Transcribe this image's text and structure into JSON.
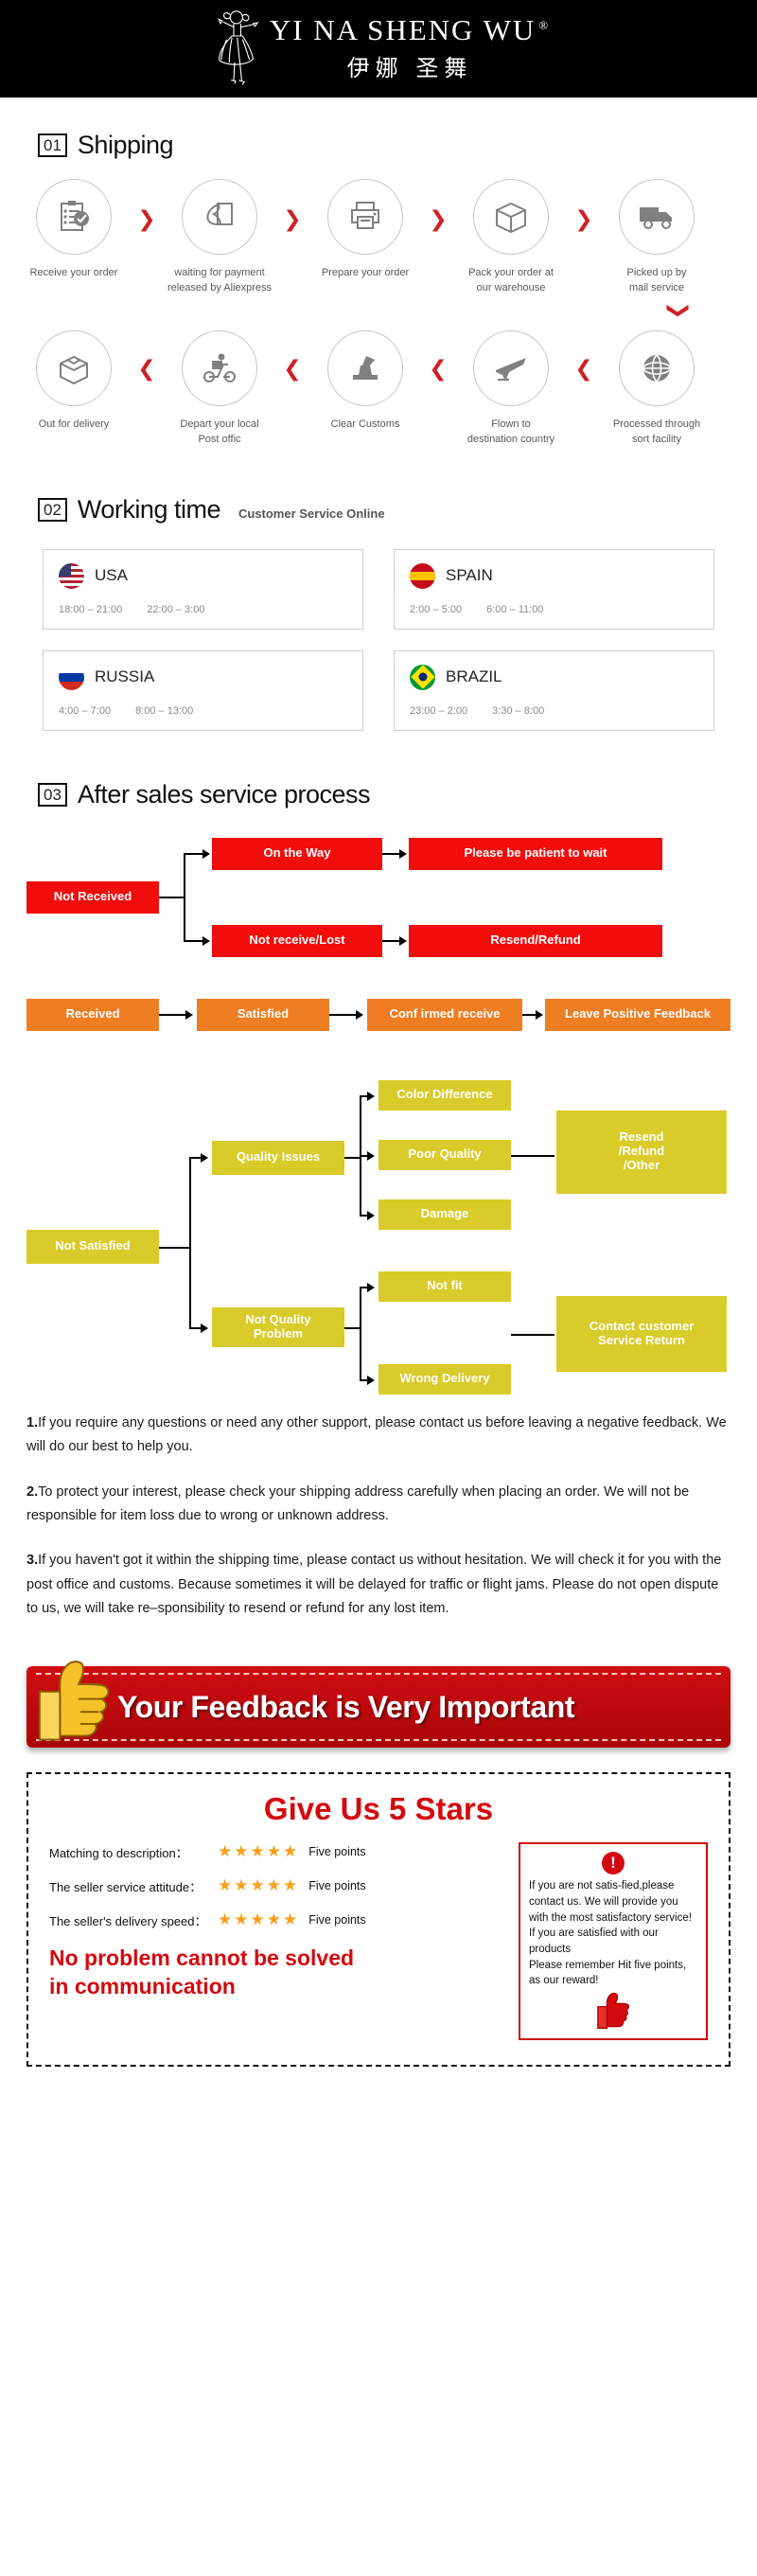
{
  "brand": {
    "name_en": "YI NA SHENG WU",
    "registered": "®",
    "name_cn": "伊娜 圣舞",
    "logo_icon": "dancer-logo-icon"
  },
  "sections": {
    "shipping": {
      "number": "01",
      "title": "Shipping"
    },
    "working": {
      "number": "02",
      "title": "Working time",
      "subtitle": "Customer Service Online"
    },
    "aftersales": {
      "number": "03",
      "title": "After sales service process"
    }
  },
  "shipping_steps_row1": [
    {
      "label": "Receive your order",
      "icon": "clipboard-check-icon"
    },
    {
      "label": "waiting for payment\nreleased by Aliexpress",
      "icon": "hand-card-icon"
    },
    {
      "label": "Prepare your order",
      "icon": "printer-icon"
    },
    {
      "label": "Pack your order at\nour warehouse",
      "icon": "box-icon"
    },
    {
      "label": "Picked up by\nmail service",
      "icon": "truck-icon"
    }
  ],
  "shipping_steps_row2": [
    {
      "label": "Out for delivery",
      "icon": "open-box-icon"
    },
    {
      "label": "Depart your local\nPost offic",
      "icon": "scooter-icon"
    },
    {
      "label": "Clear Customs",
      "icon": "customs-stamp-icon"
    },
    {
      "label": "Flown to\ndestination country",
      "icon": "airplane-icon"
    },
    {
      "label": "Processed through\nsort facility",
      "icon": "globe-icon"
    }
  ],
  "arrow_glyph": "❯",
  "arrow_down_glyph": "❯",
  "working_time": [
    {
      "country": "USA",
      "flag": "flag-usa-icon",
      "hours": [
        "18:00 – 21:00",
        "22:00 – 3:00"
      ]
    },
    {
      "country": "SPAIN",
      "flag": "flag-spain-icon",
      "hours": [
        "2:00 – 5:00",
        "6:00 – 11:00"
      ]
    },
    {
      "country": "RUSSIA",
      "flag": "flag-russia-icon",
      "hours": [
        "4:00 – 7:00",
        "8:00 – 13:00"
      ]
    },
    {
      "country": "BRAZIL",
      "flag": "flag-brazil-icon",
      "hours": [
        "23:00 – 2:00",
        "3:30 – 8:00"
      ]
    }
  ],
  "flow_red": {
    "not_received": "Not Received",
    "on_the_way": "On the Way",
    "please_wait": "Please be patient to wait",
    "not_receive_lost": "Not receive/Lost",
    "resend_refund": "Resend/Refund"
  },
  "flow_orange": {
    "received": "Received",
    "satisfied": "Satisfied",
    "confirmed_receive": "Conf irmed receive",
    "leave_positive": "Leave Positive Feedback"
  },
  "flow_yellow": {
    "not_satisfied": "Not Satisfied",
    "quality_issues": "Quality Issues",
    "color_difference": "Color Difference",
    "poor_quality": "Poor Quality",
    "damage": "Damage",
    "resend_refund_other": "Resend\n/Refund\n/Other",
    "not_quality_problem": "Not Quality\nProblem",
    "not_fit": "Not fit",
    "wrong_delivery": "Wrong Delivery",
    "contact_customer": "Contact customer\nService Return"
  },
  "notes": [
    {
      "num": "1.",
      "text": "If you require any questions or need any other support, please contact us before leaving a negative feedback. We will do our best to help you."
    },
    {
      "num": "2.",
      "text": "To protect your interest, please check your shipping address carefully when placing an order. We will not be responsible for item loss due to wrong or unknown address."
    },
    {
      "num": "3.",
      "text": "If you haven't got it within the shipping time, please contact us without hesitation. We will check it for you with the post office and customs. Because sometimes it will be delayed for traffic or flight jams. Please do not open dispute to us, we will take re–sponsibility to resend or refund for any lost item."
    }
  ],
  "feedback_banner": {
    "text": "Your Feedback is Very Important",
    "icon": "thumbs-up-icon"
  },
  "stars_box": {
    "heading": "Give Us 5 Stars",
    "rows": [
      {
        "label": "Matching to description：",
        "stars": "★★★★★",
        "points": "Five points"
      },
      {
        "label": "The seller service attitude：",
        "stars": "★★★★★",
        "points": "Five points"
      },
      {
        "label": "The seller's delivery speed：",
        "stars": "★★★★★",
        "points": "Five points"
      }
    ],
    "slogan": "No problem cannot be solved\nin communication",
    "warning": {
      "icon": "exclamation-icon",
      "text": "If you are not satis-fied,please contact us. We will provide you with the most satisfactory service!\nIf you are satisfied with our products\nPlease remember Hit five points, as our reward!",
      "thumb_icon": "thumbs-up-icon"
    }
  },
  "colors": {
    "red": "#f20d0d",
    "orange": "#ef7d22",
    "yellow": "#d9cb29",
    "banner_red": "#d00d12",
    "chevron_red": "#cf2026"
  }
}
